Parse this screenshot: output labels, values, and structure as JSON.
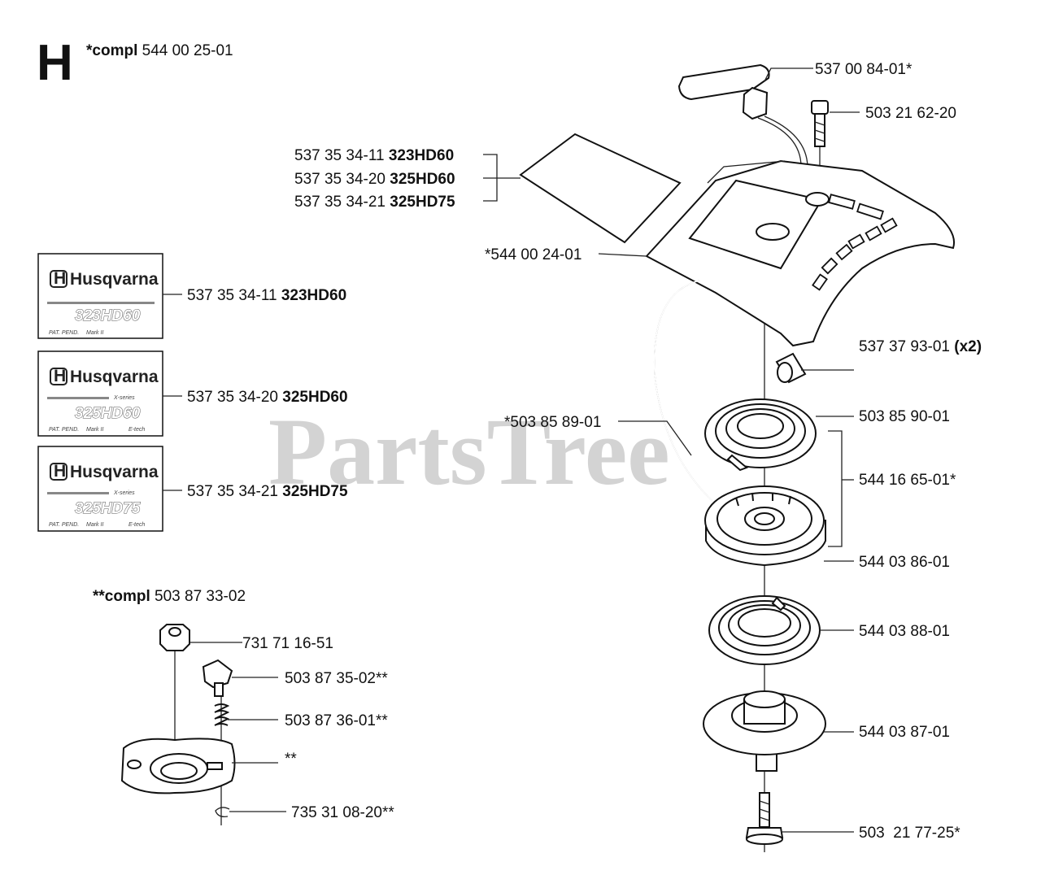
{
  "section": {
    "letter": "H",
    "compl_prefix": "*compl",
    "compl_number": "544 00 25-01"
  },
  "watermark": "PartsTree",
  "subassembly": {
    "compl_prefix": "**compl",
    "compl_number": "503 87 33-02"
  },
  "decals": [
    {
      "brand": "Husqvarna",
      "series": "",
      "model": "323HD60",
      "footer": [
        "PAT. PEND.",
        "Mark II",
        ""
      ]
    },
    {
      "brand": "Husqvarna",
      "series": "X-series",
      "model": "325HD60",
      "footer": [
        "PAT. PEND.",
        "Mark II",
        "E-tech"
      ]
    },
    {
      "brand": "Husqvarna",
      "series": "X-series",
      "model": "325HD75",
      "footer": [
        "PAT. PEND.",
        "Mark II",
        "E-tech"
      ]
    }
  ],
  "callouts": {
    "handle": {
      "number": "537 00 84-01*"
    },
    "screw_top": {
      "number": "503 21 62-20"
    },
    "sheet_1": {
      "number": "537 35 34-11",
      "model": "323HD60"
    },
    "sheet_2": {
      "number": "537 35 34-20",
      "model": "325HD60"
    },
    "sheet_3": {
      "number": "537 35 34-21",
      "model": "325HD75"
    },
    "cover": {
      "number": "*544 00 24-01"
    },
    "decal_1": {
      "number": "537 35 34-11",
      "model": "323HD60"
    },
    "decal_2": {
      "number": "537 35 34-20",
      "model": "325HD60"
    },
    "decal_3": {
      "number": "537 35 34-21",
      "model": "325HD75"
    },
    "bushing": {
      "number": "537 37 93-01",
      "qty": "(x2)"
    },
    "cord": {
      "number": "*503 85 89-01"
    },
    "spring_upper": {
      "number": "503 85 90-01"
    },
    "pulley_assy": {
      "number": "544 16 65-01*"
    },
    "pulley": {
      "number": "544 03 86-01"
    },
    "spring_lower": {
      "number": "544 03 88-01"
    },
    "hub": {
      "number": "544 03 87-01"
    },
    "screw_bottom": {
      "number": "503  21 77-25*"
    },
    "nut": {
      "number": "731 71 16-51"
    },
    "pawl": {
      "number": "503 87 35-02**"
    },
    "pawl_spring": {
      "number": "503 87 36-01**"
    },
    "carrier": {
      "number": "**"
    },
    "circlip": {
      "number": "735 31 08-20**"
    }
  }
}
